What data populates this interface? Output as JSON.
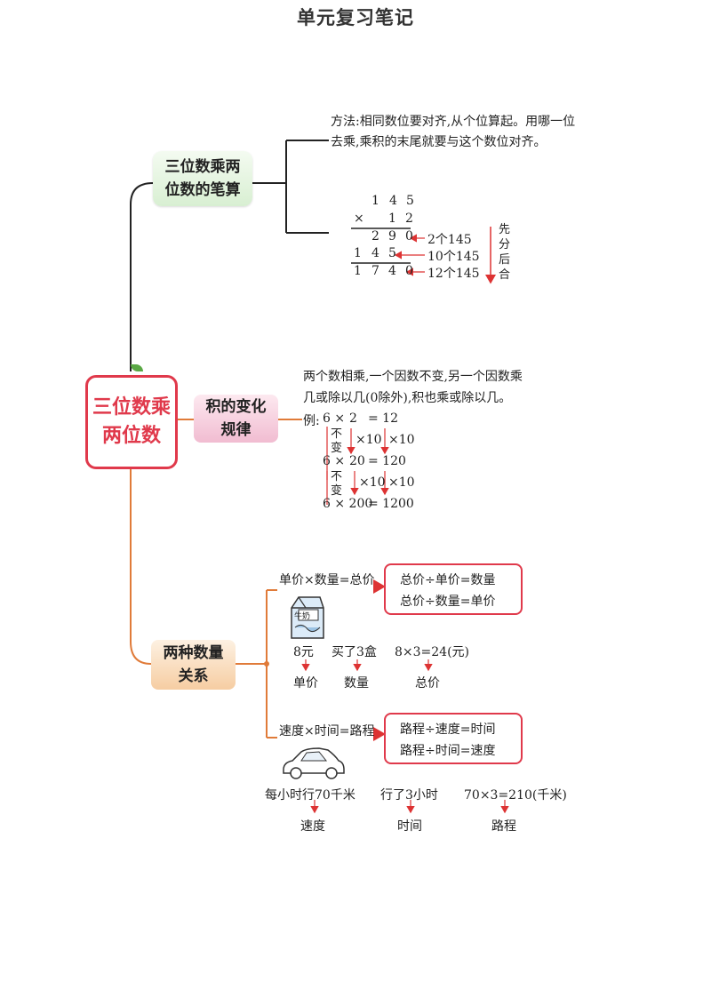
{
  "title": "单元复习笔记",
  "center": {
    "line1": "三位数乘",
    "line2": "两位数"
  },
  "written_calc": {
    "node_line1": "三位数乘两",
    "node_line2": "位数的笔算",
    "method_line1": "方法:相同数位要对齐,从个位算起。用哪一位",
    "method_line2": "去乘,乘积的末尾就要与这个数位对齐。",
    "multiplicand": [
      "1",
      "4",
      "5"
    ],
    "times": "×",
    "multiplier": [
      "1",
      "2"
    ],
    "partial1": [
      "2",
      "9",
      "0"
    ],
    "partial2": [
      "1",
      "4",
      "5"
    ],
    "result": [
      "1",
      "7",
      "4",
      "0"
    ],
    "note1": "2个145",
    "note2": "10个145",
    "note3": "12个145",
    "order": [
      "先",
      "分",
      "后",
      "合"
    ]
  },
  "product_change": {
    "node_line1": "积的变化",
    "node_line2": "规律",
    "rule_line1": "两个数相乘,一个因数不变,另一个因数乘",
    "rule_line2": "几或除以几(0除外),积也乘或除以几。",
    "example_label": "例:",
    "eq1": {
      "a": "6 ×",
      "b": "2",
      "eq": "= 12"
    },
    "eq2": {
      "a": "6 ×",
      "b": "20",
      "eq": "= 120"
    },
    "eq3": {
      "a": "6 × 200",
      "eq": "= 1200"
    },
    "unchanged": [
      "不",
      "变"
    ],
    "times10": "×10"
  },
  "quantity": {
    "node_line1": "两种数量",
    "node_line2": "关系",
    "price_formula": "单价×数量=总价",
    "price_box": [
      "总价÷单价=数量",
      "总价÷数量=单价"
    ],
    "carton_label": "牛奶",
    "price_example": [
      "8元",
      "买了3盒",
      "8×3=24(元)"
    ],
    "price_terms": [
      "单价",
      "数量",
      "总价"
    ],
    "speed_formula": "速度×时间=路程",
    "speed_box": [
      "路程÷速度=时间",
      "路程÷时间=速度"
    ],
    "speed_example": [
      "每小时行70千米",
      "行了3小时",
      "70×3=210(千米)"
    ],
    "speed_terms": [
      "速度",
      "时间",
      "路程"
    ]
  },
  "colors": {
    "accent_red": "#e0394b",
    "line_orange": "#e07b39",
    "line_dark": "#333333"
  }
}
